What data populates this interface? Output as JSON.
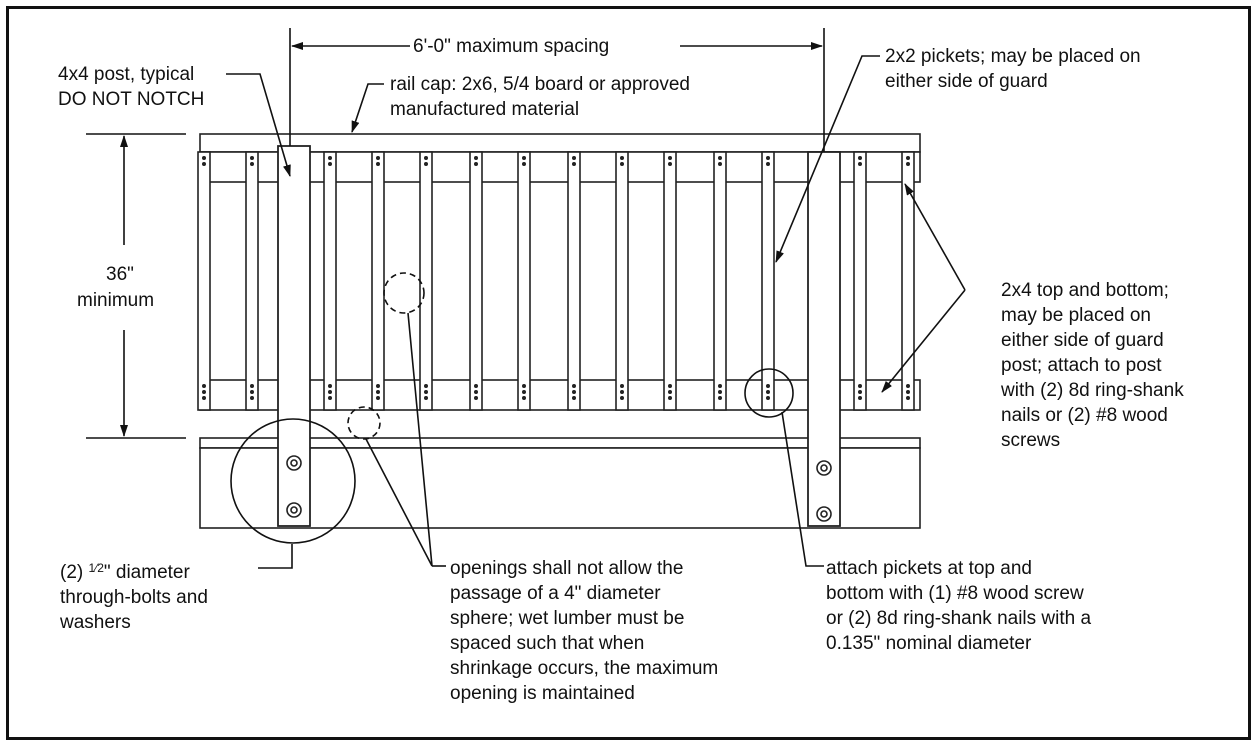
{
  "labels": {
    "post": "4x4 post, typical\nDO NOT NOTCH",
    "spacing": "6'-0\" maximum spacing",
    "rail_cap": "rail cap: 2x6, 5/4 board or approved\nmanufactured material",
    "pickets": "2x2 pickets; may be placed on\neither side of guard",
    "height_value": "36\"",
    "height_word": "minimum",
    "rails": "2x4 top and bottom;\nmay be placed on\neither side of guard\npost; attach to post\nwith (2) 8d ring-shank\nnails or (2) #8 wood\nscrews",
    "bolts_qty": "(2)",
    "bolts_frac": "1⁄2",
    "bolts_rest": "\" diameter\nthrough-bolts and\nwashers",
    "openings": "openings shall not allow the\npassage of a 4\" diameter\nsphere; wet lumber must be\nspaced such that when\nshrinkage occurs, the maximum\nopening is maintained",
    "attach": "attach pickets at top and\nbottom with (1) #8 wood screw\nor (2) 8d ring-shank nails with a\n0.135\" nominal diameter"
  }
}
